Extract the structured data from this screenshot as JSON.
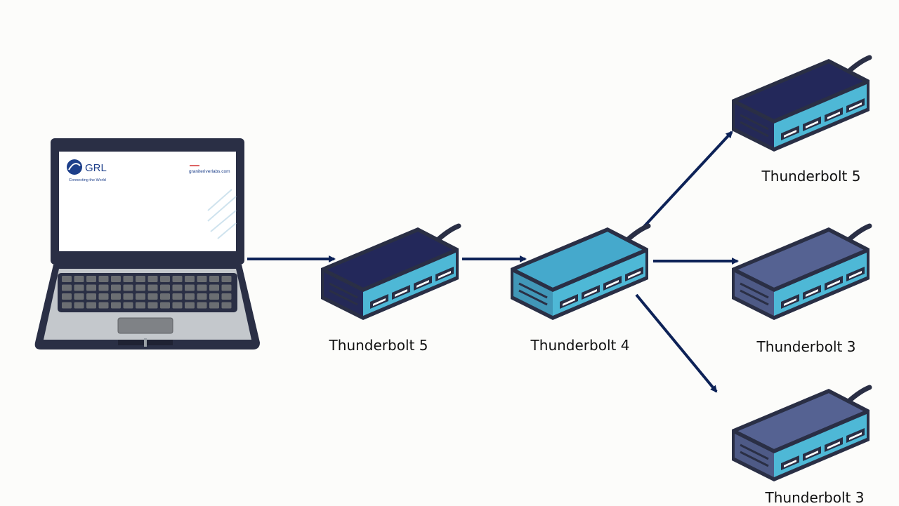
{
  "laptop": {
    "logo_text": "GRL",
    "tagline": "Connecting the World",
    "url": "graniteriverlabs.com"
  },
  "hubs": [
    {
      "id": "hub-1",
      "label": "Thunderbolt 5",
      "color": "#23285a"
    },
    {
      "id": "hub-2",
      "label": "Thunderbolt 4",
      "color": "#45a9cc"
    },
    {
      "id": "hub-3",
      "label": "Thunderbolt 5",
      "color": "#23285a"
    },
    {
      "id": "hub-4",
      "label": "Thunderbolt 3",
      "color": "#556292"
    },
    {
      "id": "hub-5",
      "label": "Thunderbolt 3",
      "color": "#556292"
    }
  ],
  "colors": {
    "arrow": "#0d2257",
    "outline": "#2a2f45",
    "port": "#4eb8d6"
  }
}
